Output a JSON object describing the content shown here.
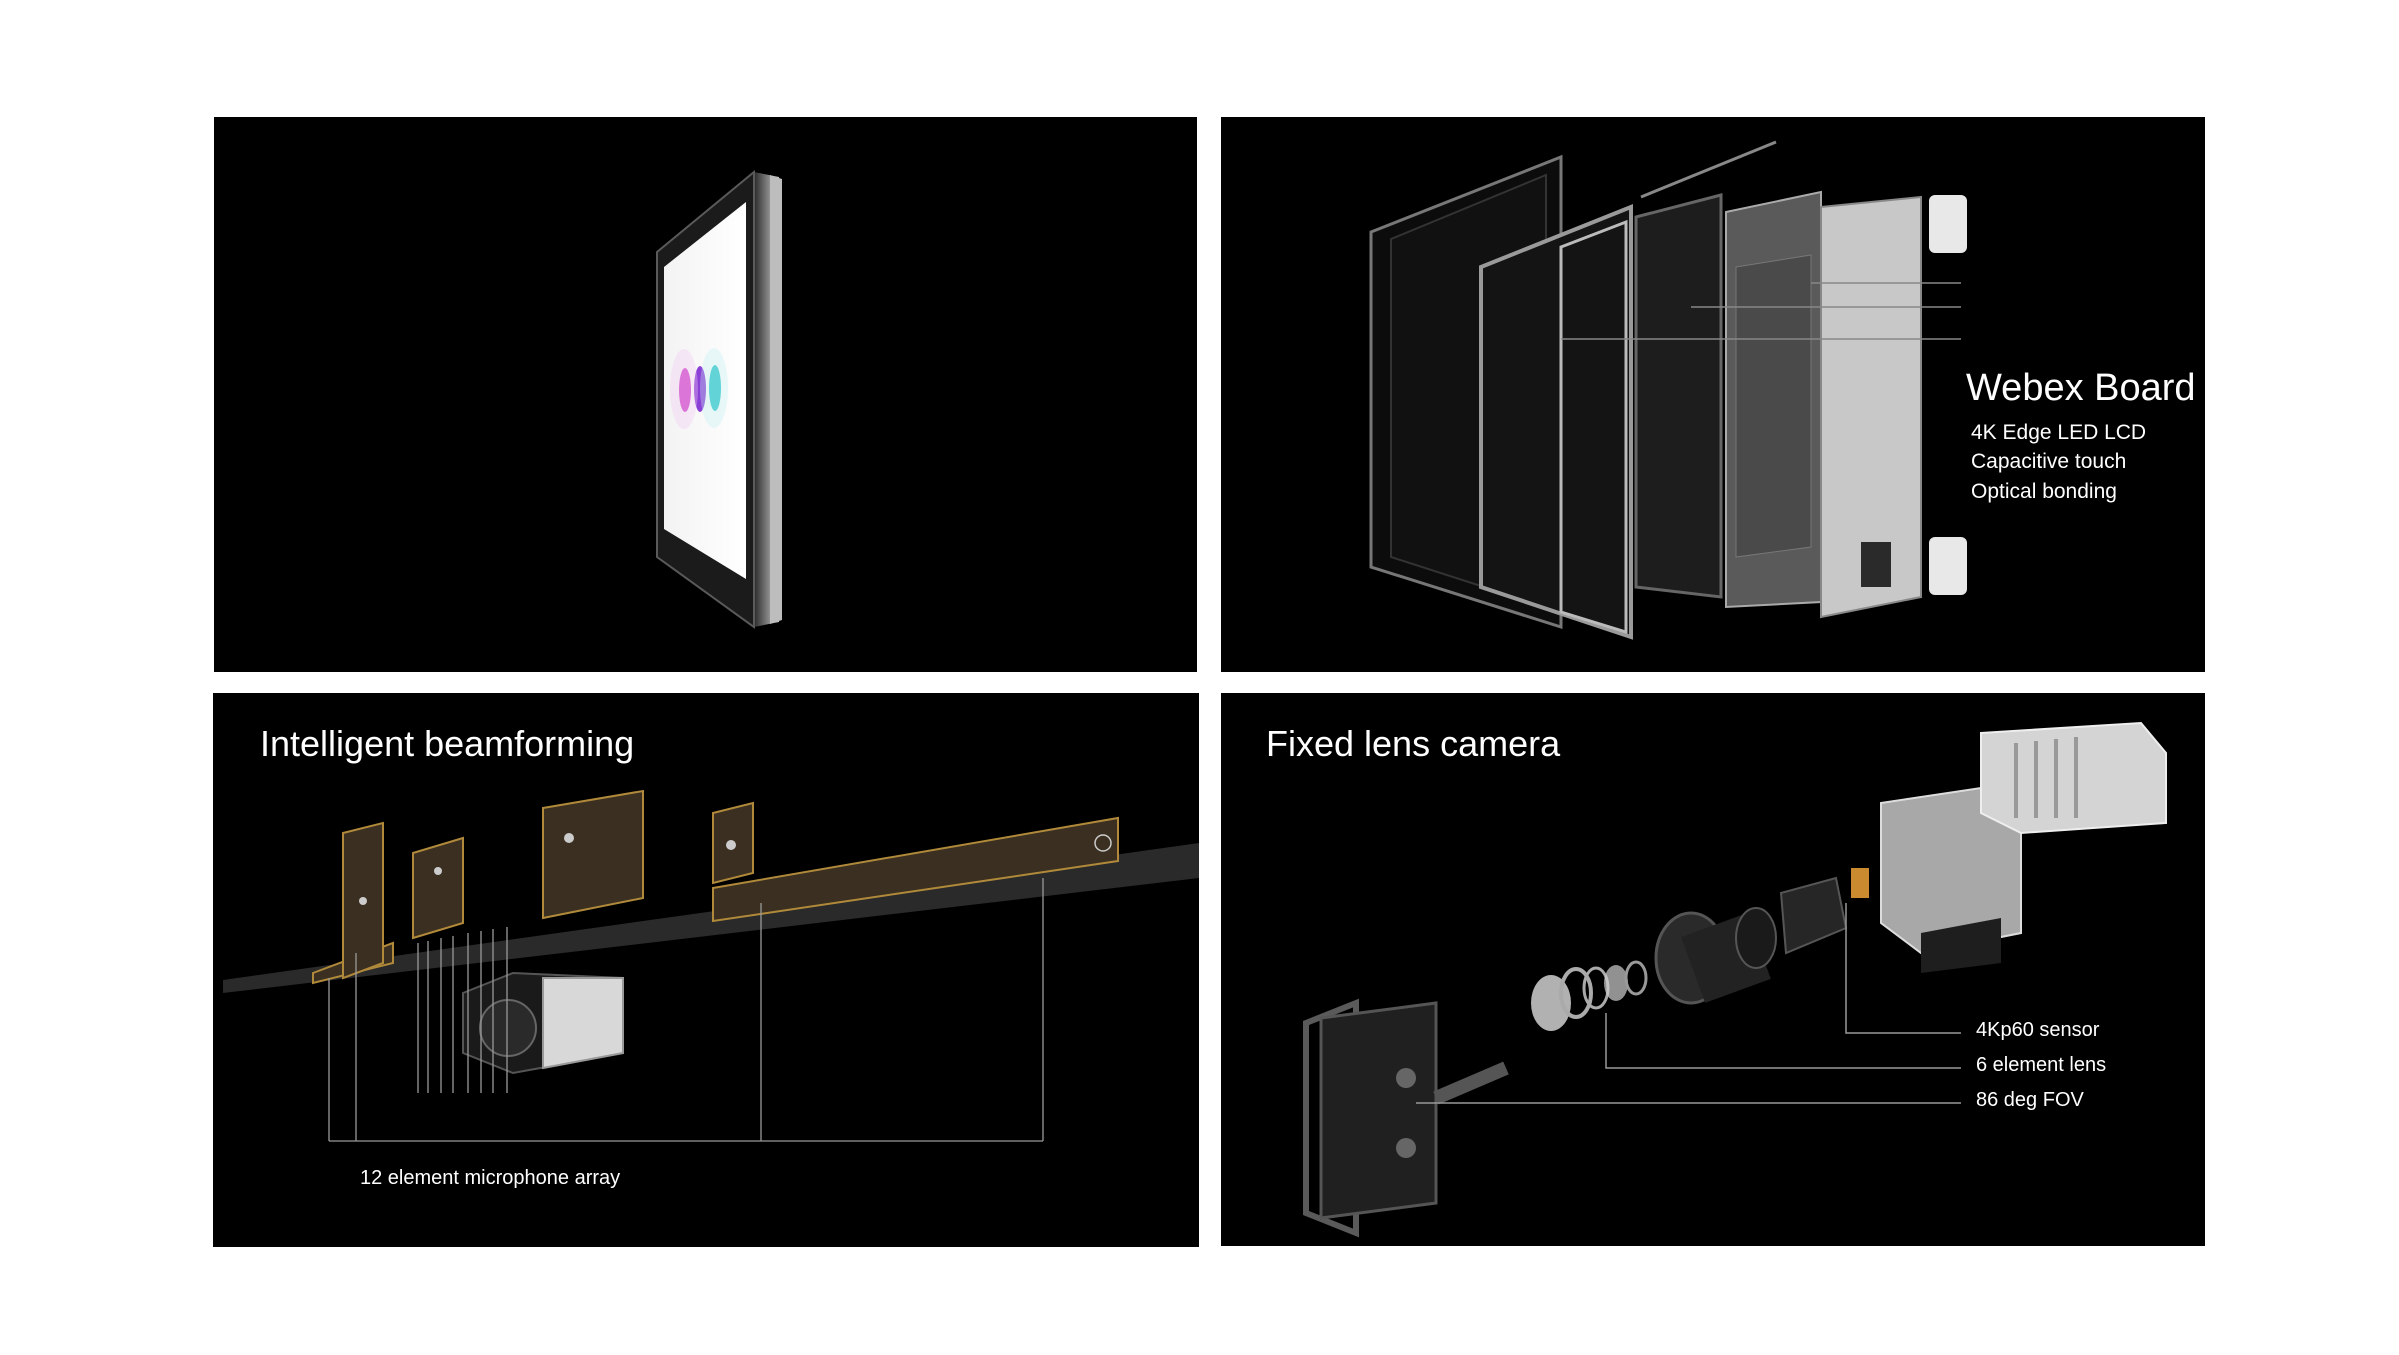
{
  "panels": {
    "board": {},
    "exploded": {
      "title": "Webex Board",
      "features": [
        "4K Edge LED LCD",
        "Capacitive touch",
        "Optical bonding"
      ]
    },
    "beamforming": {
      "title": "Intelligent beamforming",
      "callout": "12 element microphone array"
    },
    "camera": {
      "title": "Fixed lens camera",
      "specs": [
        "4Kp60 sensor",
        "6 element lens",
        "86 deg FOV"
      ]
    }
  },
  "colors": {
    "background": "#ffffff",
    "panel": "#000000",
    "text": "#ffffff",
    "pcb": "#3a2f20",
    "pcb_edge": "#b08a3a",
    "bubble_magenta": "#d04acb",
    "bubble_violet": "#8a3fd6",
    "bubble_teal": "#2fc5c9"
  }
}
